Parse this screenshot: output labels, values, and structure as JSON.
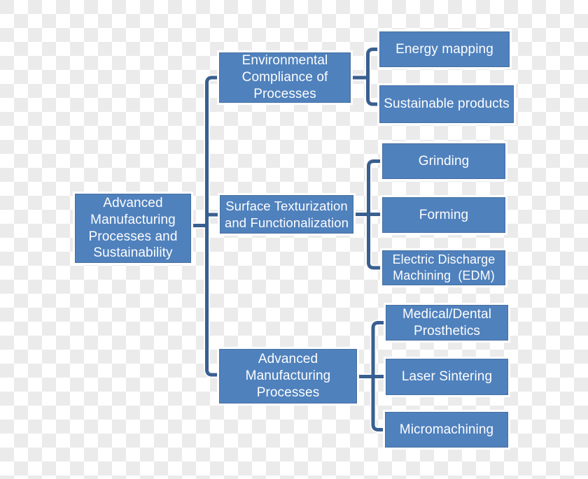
{
  "diagram": {
    "type": "hierarchy-tree",
    "orientation": "left-to-right",
    "root": {
      "label": "Advanced\nManufacturing\nProcesses and\nSustainability"
    },
    "branches": [
      {
        "label": "Environmental\nCompliance of\nProcesses",
        "children": [
          {
            "label": "Energy mapping"
          },
          {
            "label": "Sustainable products"
          }
        ]
      },
      {
        "label": "Surface Texturization\nand Functionalization",
        "children": [
          {
            "label": "Grinding"
          },
          {
            "label": "Forming"
          },
          {
            "label": "Electric Discharge\nMachining  (EDM)"
          }
        ]
      },
      {
        "label": "Advanced\nManufacturing\nProcesses",
        "children": [
          {
            "label": "Medical/Dental\nProsthetics"
          },
          {
            "label": "Laser Sintering"
          },
          {
            "label": "Micromachining"
          }
        ]
      }
    ],
    "colors": {
      "node_fill": "#4f81bd",
      "node_border": "#466fa0",
      "node_text": "#fdfdfd",
      "connector": "#395f90",
      "connector_halo": "#fdfdfd",
      "checker_light": "#ffffff",
      "checker_dark": "#ebebeb"
    }
  }
}
